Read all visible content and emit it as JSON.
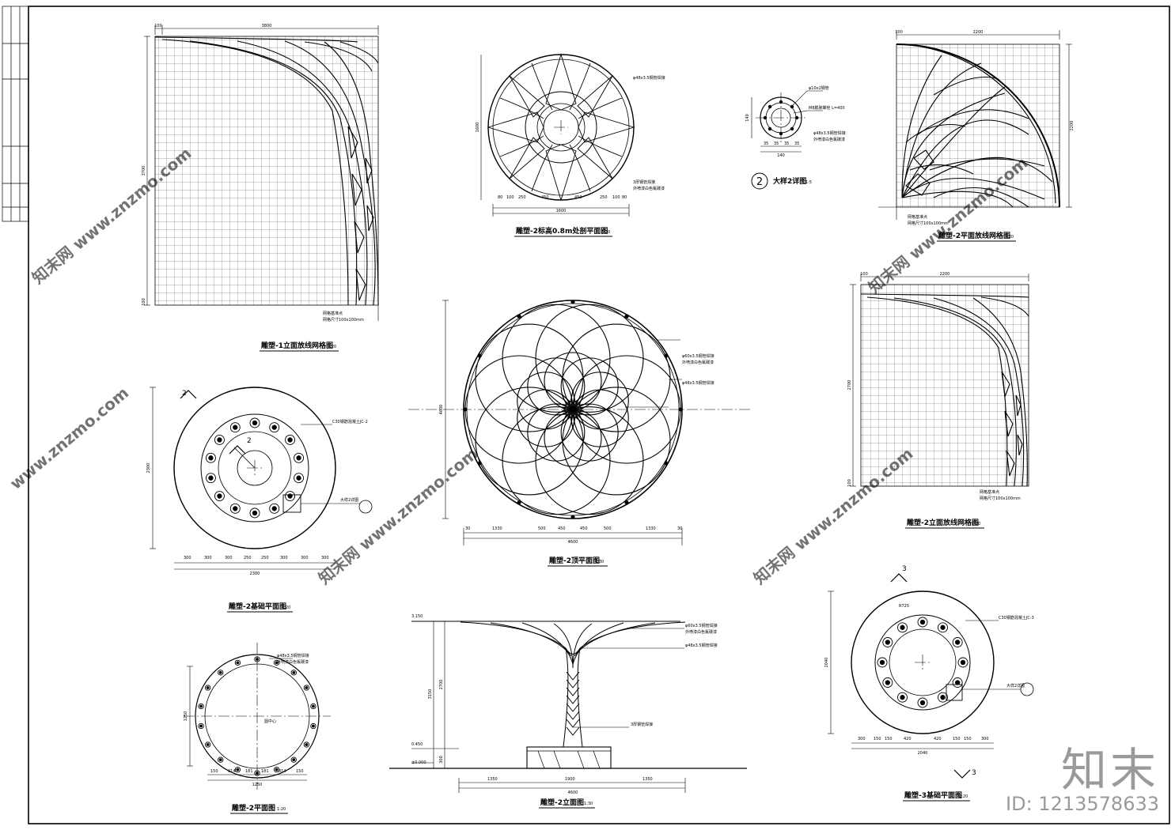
{
  "views": {
    "v1": {
      "title": "雕塑-1立面放线网格图",
      "scale": "1:20",
      "top_dim": "3800",
      "side_dim": "3700",
      "off_top": "100",
      "off_bot": "100",
      "note1": "网格基准点",
      "note2": "网格尺寸100x100mm"
    },
    "v2": {
      "title": "雕塑-2标高0.8m处剖平面图",
      "scale": "1:20",
      "dims": [
        "80",
        "100",
        "250",
        "450",
        "450",
        "250",
        "100",
        "80"
      ],
      "total": "1600",
      "side": "1600",
      "note1": "φ48x3.5钢管焊接",
      "note2": "3厚钢管焊接",
      "note3": "外喷漆白色氟碳漆"
    },
    "v3": {
      "title": "大样2详图",
      "scale": "1:5",
      "marker": "2",
      "width": "140",
      "height": "140",
      "dims": [
        "35",
        "35",
        "35",
        "35"
      ],
      "note1": "φ10x2钢管",
      "note2": "M8膨胀螺栓 L=400",
      "note3": "φ48x3.5钢管焊接",
      "note4": "外喷漆白色氟碳漆"
    },
    "v4": {
      "title": "雕塑-2平面放线网格图",
      "scale": "1:20",
      "top_dim": "2200",
      "side_dim": "2200",
      "off_top": "100",
      "note1": "网格基准点",
      "note2": "网格尺寸100x100mm"
    },
    "v5": {
      "title": "雕塑-2基础平面图",
      "scale": "1:20",
      "marker": "2",
      "dims": [
        "300",
        "300",
        "300",
        "250",
        "250",
        "300",
        "300",
        "300"
      ],
      "total": "2300",
      "side": "2300",
      "note1": "C30钢筋混凝土JC-2",
      "note2": "大样2详图"
    },
    "v6": {
      "title": "雕塑-2顶平面图",
      "scale": "1:30",
      "dims": [
        "30",
        "1330",
        "500",
        "450",
        "450",
        "500",
        "1330",
        "30"
      ],
      "total": "4600",
      "side": "4600",
      "note1": "φ60x3.5钢管焊接",
      "note2": "外喷漆白色氟碳漆",
      "note3": "φ48x3.5钢管焊接"
    },
    "v7": {
      "title": "雕塑-2立面放线网格图",
      "scale": "1:20",
      "top_dim": "2200",
      "side_dim": "2700",
      "off_top": "100",
      "off_bot": "100",
      "note1": "网格基准点",
      "note2": "网格尺寸100x100mm"
    },
    "v8": {
      "title": "雕塑-2平面图",
      "scale": "1:20",
      "dims": [
        "150",
        "314",
        "181",
        "181",
        "314",
        "150"
      ],
      "total": "1250",
      "side": "1250",
      "note1": "φ48x3.5钢管焊接",
      "note2": "外喷漆白色氟碳漆",
      "center": "圆中心"
    },
    "v9": {
      "title": "雕塑-2立面图",
      "scale": "1:30",
      "lvl_top": "3.150",
      "lvl_mid": "0.450",
      "lvl_base": "±0.000",
      "h1": "2700",
      "h2": "3150",
      "h3": "300",
      "dims": [
        "1350",
        "1900",
        "1350"
      ],
      "total": "4600",
      "note1": "φ60x3.5钢管焊接",
      "note2": "外喷漆白色氟碳漆",
      "note3": "φ48x3.5钢管焊接",
      "note4": "3厚钢管焊接"
    },
    "v10": {
      "title": "雕塑-3基础平面图",
      "scale": "1:20",
      "marker": "3",
      "dims": [
        "300",
        "150",
        "150",
        "420",
        "420",
        "150",
        "150",
        "300"
      ],
      "total": "2040",
      "side": "2040",
      "note1": "C30钢筋混凝土JC-3",
      "note2": "大样2详图",
      "note3": "R725"
    }
  },
  "watermark": {
    "site": "www.znzmo.com",
    "brand": "知末网"
  },
  "brand": {
    "logo": "知末",
    "id": "ID: 1213578633"
  }
}
